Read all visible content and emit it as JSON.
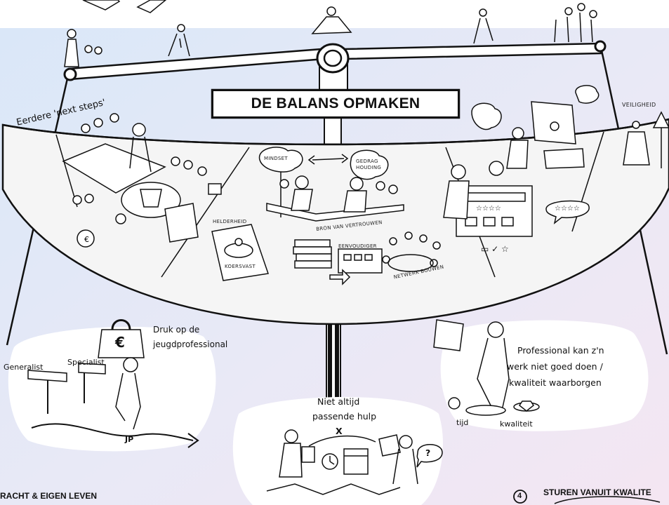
{
  "title": "DE BALANS OPMAKEN",
  "top_left_label": "Eerdere 'next steps'",
  "top_right_label": "VEILIGHEID",
  "segments": {
    "mindset": "MINDSET",
    "gedrag": "GEDRAG HOUDING",
    "bron": "BRON VAN VERTROUWEN",
    "helderheid": "HELDERHEID",
    "koersvast": "KOERSVAST",
    "eenvoudiger": "EENVOUDIGER",
    "netwerk": "NETWERK BOUWEN"
  },
  "rating_bubble": "☆☆☆☆",
  "rating_screen": "☆☆☆☆",
  "bottom_icons": "▭ ✓ ☆",
  "left_panel": {
    "weight": "€",
    "druk": [
      "Druk op de",
      "jeugdprofessional"
    ],
    "generalist": "Generalist",
    "specialist": "Specialist",
    "jp": "JP"
  },
  "center_panel": {
    "text": [
      "Niet altijd",
      "passende hulp"
    ],
    "x": "X",
    "question": "?"
  },
  "right_panel": {
    "text": [
      "Professional kan z'n",
      "werk niet goed doen /",
      "kwaliteit waarborgen"
    ],
    "tijd": "tijd",
    "kwaliteit": "kwaliteit"
  },
  "footer": {
    "left": "RACHT & EIGEN LEVEN",
    "number": "4",
    "right": "STUREN VANUIT KWALITE"
  },
  "colors": {
    "bg_top": "#dde8f7",
    "bg_bottom": "#f3e9f3",
    "ink": "#111111",
    "panel_fill": "#ffffff",
    "arc_fill": "#f4f4f4"
  }
}
